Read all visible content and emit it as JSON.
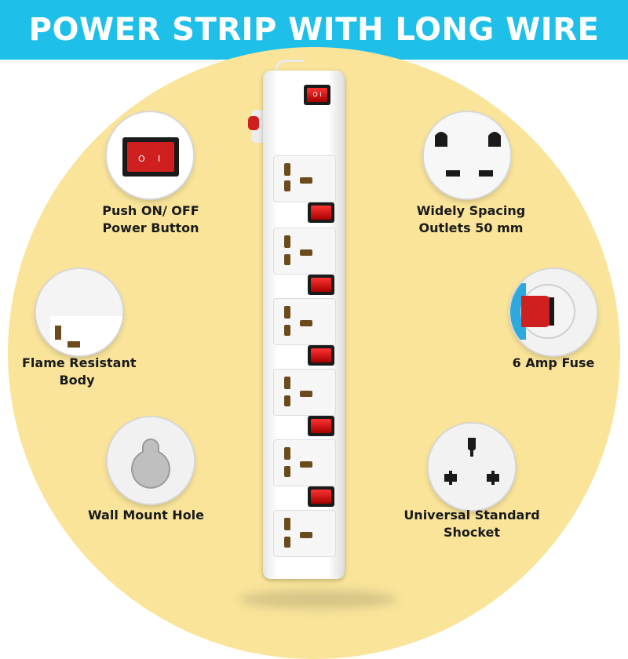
{
  "banner": {
    "title": "POWER STRIP WITH LONG WIRE"
  },
  "features": {
    "push_button": {
      "line1": "Push ON/ OFF",
      "line2": "Power Button"
    },
    "flame_resistant": {
      "line1": "Flame Resistant",
      "line2": "Body"
    },
    "wall_mount": {
      "line1": "Wall Mount Hole"
    },
    "widely_spacing": {
      "line1": "Widely Spacing",
      "line2": "Outlets 50 mm"
    },
    "fuse": {
      "line1": "6 Amp Fuse"
    },
    "universal": {
      "line1": "Universal Standard",
      "line2": "Shocket"
    }
  },
  "switch_text": "O  I",
  "colors": {
    "banner": "#1ec0ea",
    "background_circle": "#f9e49a",
    "switch_red": "#d01f1f"
  }
}
